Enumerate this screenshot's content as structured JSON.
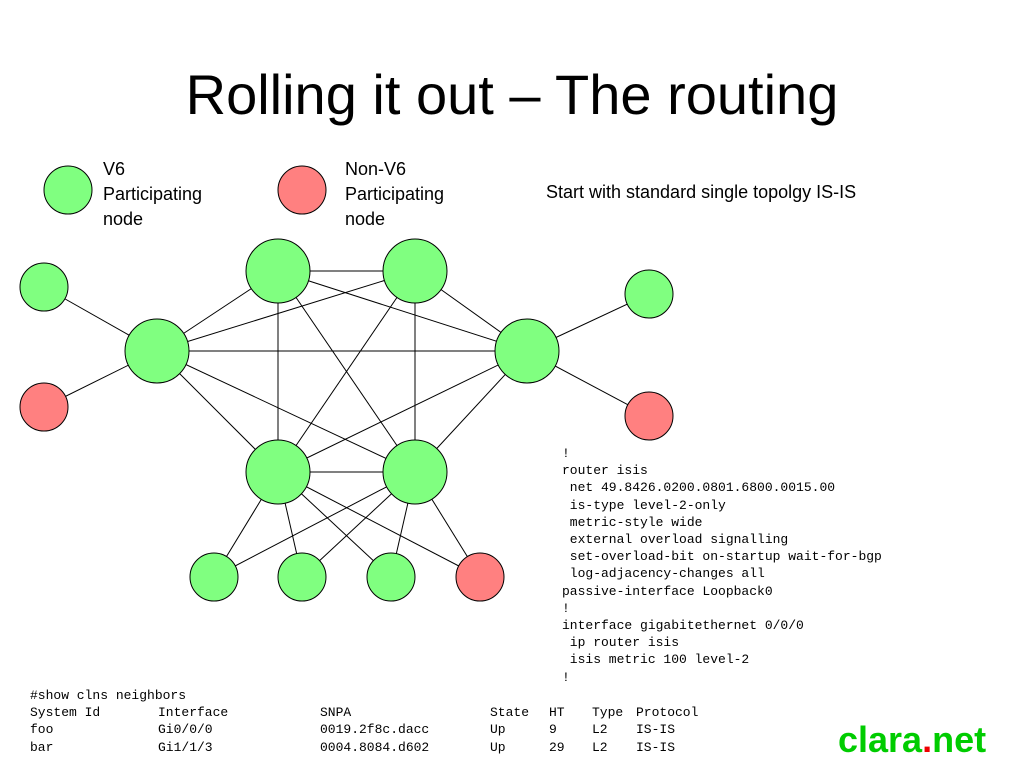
{
  "slide": {
    "title": "Rolling it out – The routing",
    "note": "Start with standard single topolgy IS-IS"
  },
  "legend": [
    {
      "color": "#80ff80",
      "lines": [
        "V6",
        "Participating",
        "node"
      ]
    },
    {
      "color": "#ff8080",
      "lines": [
        "Non-V6",
        "Participating",
        "node"
      ]
    }
  ],
  "colors": {
    "v6_node": "#80ff80",
    "non_v6_node": "#ff8080",
    "edge": "#000000",
    "logo_primary": "#00cc00",
    "logo_dot": "#ee0000"
  },
  "topology": {
    "nodes": [
      {
        "id": "core-top-left",
        "type": "v6"
      },
      {
        "id": "core-top-right",
        "type": "v6"
      },
      {
        "id": "core-left",
        "type": "v6"
      },
      {
        "id": "core-right",
        "type": "v6"
      },
      {
        "id": "core-bottom-left",
        "type": "v6"
      },
      {
        "id": "core-bottom-right",
        "type": "v6"
      },
      {
        "id": "edge-left-top",
        "type": "v6"
      },
      {
        "id": "edge-left-bottom",
        "type": "non-v6"
      },
      {
        "id": "edge-right-top",
        "type": "v6"
      },
      {
        "id": "edge-right-bottom",
        "type": "non-v6"
      },
      {
        "id": "leaf-1",
        "type": "v6"
      },
      {
        "id": "leaf-2",
        "type": "v6"
      },
      {
        "id": "leaf-3",
        "type": "v6"
      },
      {
        "id": "leaf-4",
        "type": "non-v6"
      }
    ],
    "edges": [
      [
        "core-top-left",
        "core-top-right"
      ],
      [
        "core-top-left",
        "core-left"
      ],
      [
        "core-top-left",
        "core-right"
      ],
      [
        "core-top-left",
        "core-bottom-left"
      ],
      [
        "core-top-left",
        "core-bottom-right"
      ],
      [
        "core-top-right",
        "core-left"
      ],
      [
        "core-top-right",
        "core-right"
      ],
      [
        "core-top-right",
        "core-bottom-left"
      ],
      [
        "core-top-right",
        "core-bottom-right"
      ],
      [
        "core-left",
        "core-right"
      ],
      [
        "core-left",
        "core-bottom-left"
      ],
      [
        "core-left",
        "core-bottom-right"
      ],
      [
        "core-right",
        "core-bottom-left"
      ],
      [
        "core-right",
        "core-bottom-right"
      ],
      [
        "core-bottom-left",
        "core-bottom-right"
      ],
      [
        "core-left",
        "edge-left-top"
      ],
      [
        "core-left",
        "edge-left-bottom"
      ],
      [
        "core-right",
        "edge-right-top"
      ],
      [
        "core-right",
        "edge-right-bottom"
      ],
      [
        "core-bottom-left",
        "leaf-1"
      ],
      [
        "core-bottom-left",
        "leaf-2"
      ],
      [
        "core-bottom-left",
        "leaf-3"
      ],
      [
        "core-bottom-left",
        "leaf-4"
      ],
      [
        "core-bottom-right",
        "leaf-1"
      ],
      [
        "core-bottom-right",
        "leaf-2"
      ],
      [
        "core-bottom-right",
        "leaf-3"
      ],
      [
        "core-bottom-right",
        "leaf-4"
      ]
    ]
  },
  "config": [
    "!",
    "router isis",
    " net 49.8426.0200.0801.6800.0015.00",
    " is-type level-2-only",
    " metric-style wide",
    " external overload signalling",
    " set-overload-bit on-startup wait-for-bgp",
    " log-adjacency-changes all",
    "passive-interface Loopback0",
    "!",
    "interface gigabitethernet 0/0/0",
    " ip router isis",
    " isis metric 100 level-2",
    "!"
  ],
  "neighbors": {
    "command": "#show clns neighbors",
    "header": [
      "System Id",
      "Interface",
      "SNPA",
      "State",
      "HT",
      "Type",
      "Protocol"
    ],
    "rows": [
      [
        "foo",
        "Gi0/0/0",
        "0019.2f8c.dacc",
        "Up",
        "9",
        "L2",
        "IS-IS"
      ],
      [
        "bar",
        "Gi1/1/3",
        "0004.8084.d602",
        "Up",
        "29",
        "L2",
        "IS-IS"
      ]
    ]
  },
  "logo": {
    "part1": "clara",
    "dot": ".",
    "part2": "net"
  }
}
